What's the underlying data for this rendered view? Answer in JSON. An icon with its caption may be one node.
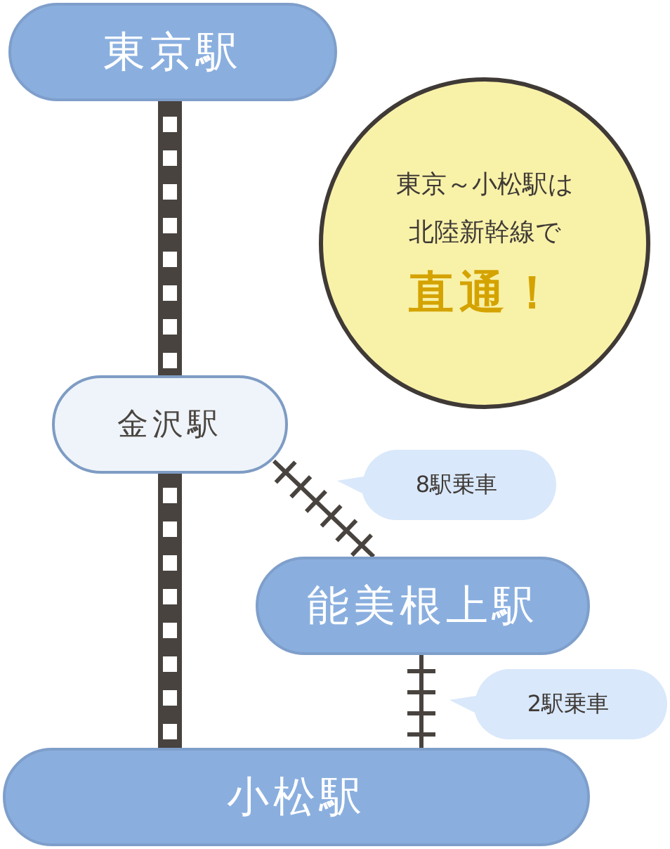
{
  "diagram": {
    "nodes": [
      {
        "text": [
          "東京駅"
        ]
      },
      {
        "text": [
          "東京～小松駅は北陸新幹線で",
          "直通！"
        ]
      },
      {
        "text": [
          "金沢駅"
        ]
      },
      {
        "text": [
          "能美根上駅"
        ]
      },
      {
        "text": [
          "小松駅"
        ]
      },
      {
        "text": [
          "8駅乗車"
        ]
      },
      {
        "text": [
          "2駅乗車"
        ]
      }
    ],
    "edges": [
      {
        "from": 0,
        "to": 2,
        "arrow": "none",
        "style": "thick"
      },
      {
        "from": 2,
        "to": 4,
        "arrow": "none",
        "style": "thick"
      },
      {
        "from": 2,
        "to": 3,
        "arrow": "none"
      },
      {
        "from": 3,
        "to": 4,
        "arrow": "none"
      }
    ]
  }
}
